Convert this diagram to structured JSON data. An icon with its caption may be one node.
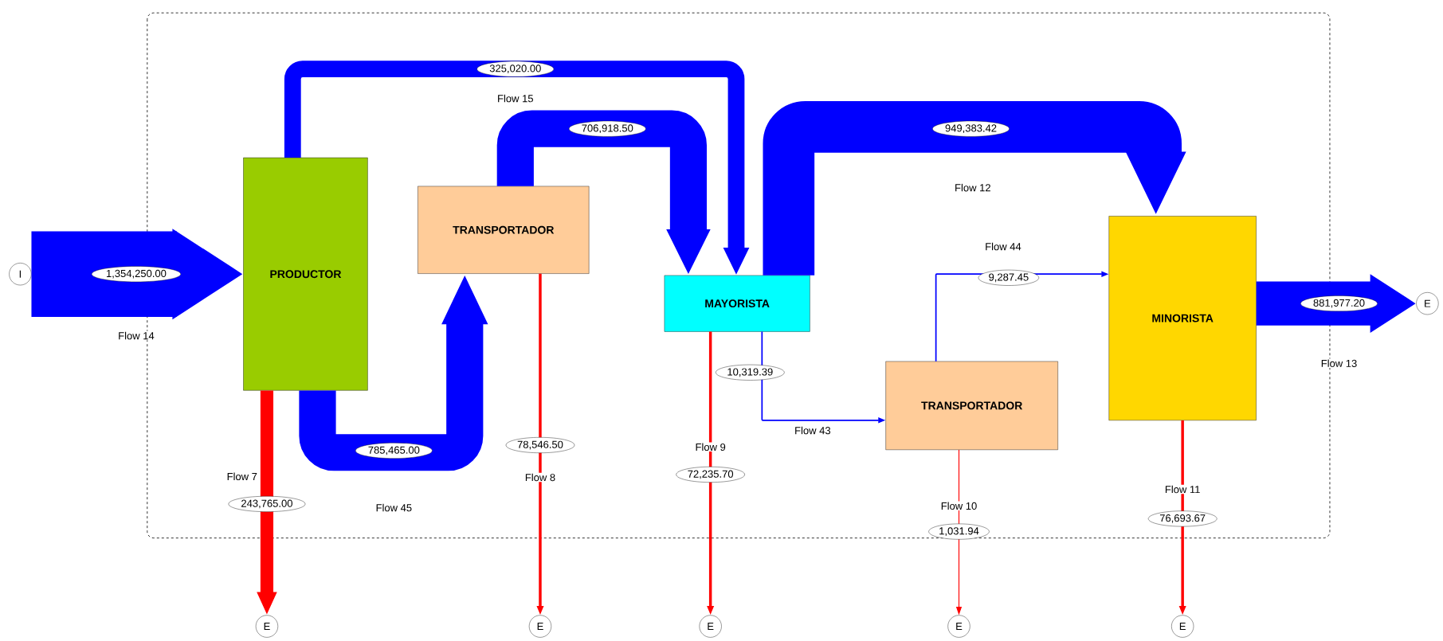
{
  "diagram": {
    "nodes": [
      {
        "text": [
          "I"
        ]
      },
      {
        "text": [
          "PRODUCTOR"
        ]
      },
      {
        "text": [
          "TRANSPORTADOR"
        ]
      },
      {
        "text": [
          "MAYORISTA"
        ]
      },
      {
        "text": [
          "TRANSPORTADOR"
        ]
      },
      {
        "text": [
          "MINORISTA"
        ]
      },
      {
        "text": [
          "E"
        ]
      },
      {
        "text": [
          "E"
        ]
      },
      {
        "text": [
          "E"
        ]
      },
      {
        "text": [
          "E"
        ]
      },
      {
        "text": [
          "E"
        ]
      },
      {
        "text": [
          "E"
        ]
      }
    ],
    "edges": [
      {
        "from": 0,
        "to": 1,
        "arrow": "to",
        "label": "1,354,250.00",
        "style": "thick",
        "color": "#0000ff"
      },
      {
        "from": 1,
        "to": 3,
        "arrow": "to",
        "label": "325,020.00",
        "color": "#0000ff"
      },
      {
        "from": 2,
        "to": 3,
        "arrow": "to",
        "label": "706,918.50",
        "style": "thick",
        "color": "#0000ff"
      },
      {
        "from": 1,
        "to": 2,
        "arrow": "to",
        "label": "785,465.00",
        "style": "thick",
        "color": "#0000ff"
      },
      {
        "from": 3,
        "to": 5,
        "arrow": "to",
        "label": "949,383.42",
        "style": "thick",
        "color": "#0000ff"
      },
      {
        "from": 3,
        "to": 4,
        "arrow": "to",
        "label": "10,319.39",
        "color": "#0000ff"
      },
      {
        "from": 4,
        "to": 5,
        "arrow": "to",
        "label": "9,287.45",
        "color": "#0000ff"
      },
      {
        "from": 5,
        "to": 6,
        "arrow": "to",
        "label": "881,977.20",
        "style": "thick",
        "color": "#0000ff"
      },
      {
        "from": 1,
        "to": 7,
        "arrow": "to",
        "label": "243,765.00",
        "color": "#ff0000"
      },
      {
        "from": 2,
        "to": 8,
        "arrow": "to",
        "label": "78,546.50",
        "color": "#ff0000"
      },
      {
        "from": 3,
        "to": 9,
        "arrow": "to",
        "label": "72,235.70",
        "color": "#ff0000"
      },
      {
        "from": 4,
        "to": 10,
        "arrow": "to",
        "label": "1,031.94",
        "color": "#ff0000"
      },
      {
        "from": 5,
        "to": 11,
        "arrow": "to",
        "label": "76,693.67",
        "color": "#ff0000"
      }
    ],
    "labels": [
      "Flow 15",
      "Flow 12",
      "Flow 44",
      "Flow 14",
      "Flow 13",
      "Flow 43",
      "Flow 9",
      "Flow 8",
      "Flow 7",
      "Flow 11",
      "Flow 10",
      "Flow 45"
    ]
  }
}
